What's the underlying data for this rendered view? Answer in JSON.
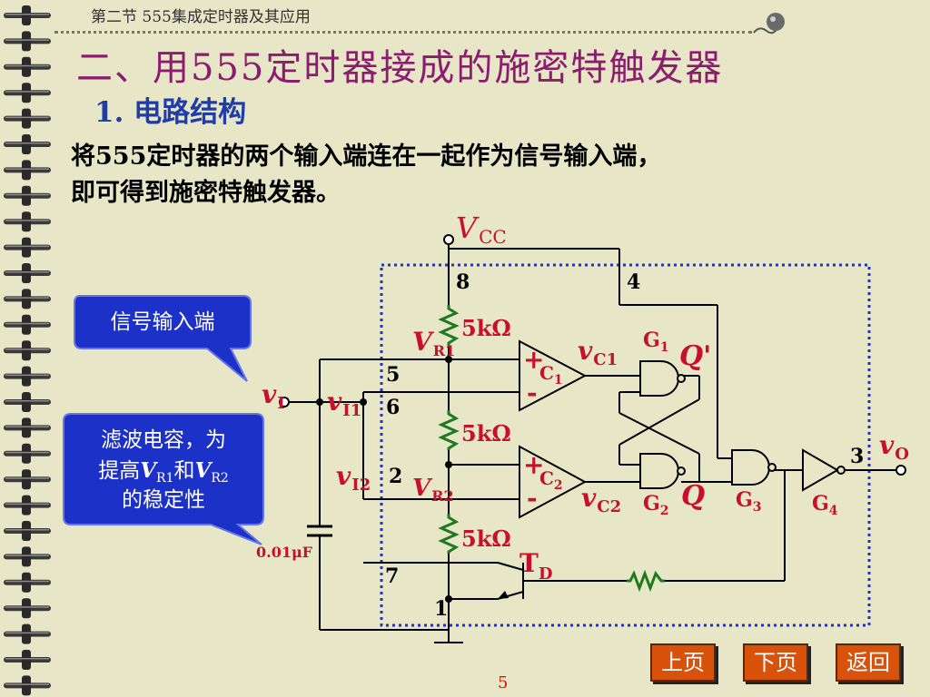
{
  "header": {
    "section_title": "第二节  555集成定时器及其应用"
  },
  "title": "二、用555定时器接成的施密特触发器",
  "subtitle": "1. 电路结构",
  "description": {
    "line1": "将555定时器的两个输入端连在一起作为信号输入端，",
    "line2": "即可得到施密特触发器。"
  },
  "callouts": {
    "signal_input": "信号输入端",
    "filter_cap_line1": "滤波电容，为",
    "filter_cap_line2_pre": "提高",
    "filter_cap_line2_mid": "和",
    "filter_cap_line3": "的稳定性",
    "vr1_main": "V",
    "vr1_sub": "R1",
    "vr2_main": "V",
    "vr2_sub": "R2"
  },
  "circuit": {
    "vcc_main": "V",
    "vcc_sub": "CC",
    "pin8": "8",
    "pin4": "4",
    "pin5": "5",
    "pin6": "6",
    "pin2": "2",
    "pin7": "7",
    "pin1": "1",
    "pin3": "3",
    "r1": "5kΩ",
    "r2": "5kΩ",
    "r3": "5kΩ",
    "vr1_main": "V",
    "vr1_sub": "R1",
    "vr2_main": "V",
    "vr2_sub": "R2",
    "vi_main": "v",
    "vi_sub": "I",
    "vi1_main": "v",
    "vi1_sub": "I1",
    "vi2_main": "v",
    "vi2_sub": "I2",
    "vc1_main": "v",
    "vc1_sub": "C1",
    "vc2_main": "v",
    "vc2_sub": "C2",
    "vo_main": "v",
    "vo_sub": "O",
    "c1_plus": "+",
    "c1_minus": "-",
    "c1_main": "C",
    "c1_sub": "1",
    "c2_plus": "+",
    "c2_minus": "-",
    "c2_main": "C",
    "c2_sub": "2",
    "g1_main": "G",
    "g1_sub": "1",
    "g2_main": "G",
    "g2_sub": "2",
    "g3_main": "G",
    "g3_sub": "3",
    "g4_main": "G",
    "g4_sub": "4",
    "q_prime": "Q'",
    "q": "Q",
    "td_main": "T",
    "td_sub": "D",
    "capacitor": "0.01μF"
  },
  "nav": {
    "prev": "上页",
    "next": "下页",
    "back": "返回"
  },
  "page_number": "5",
  "colors": {
    "background": "#e7e6c6",
    "title": "#8b1c6f",
    "subtitle": "#1f3ca8",
    "label_red": "#c8102e",
    "callout_fill": "#1c31c8",
    "resistor": "#1f7a1f",
    "nav_button": "#d9520c"
  }
}
